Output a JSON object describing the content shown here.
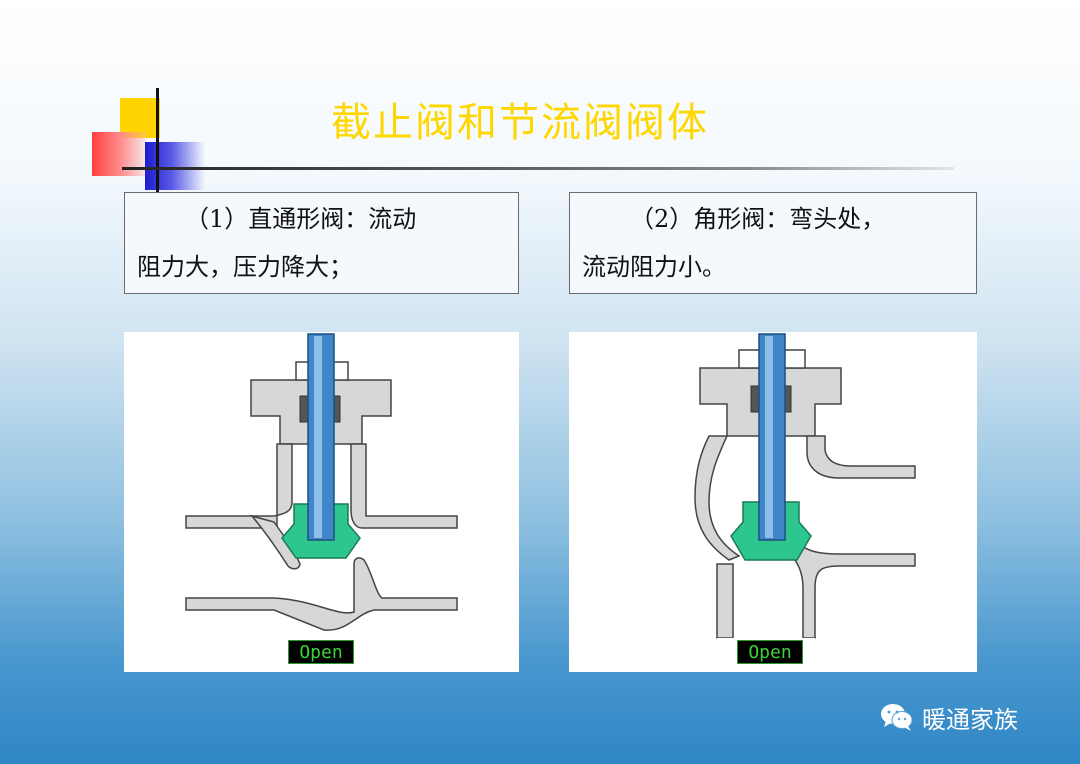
{
  "slide": {
    "title": "截止阀和节流阀阀体",
    "box1": {
      "line1": "（1）直通形阀：流动",
      "line2": "阻力大，压力降大；"
    },
    "box2": {
      "line1": "（2）角形阀：弯头处，",
      "line2": "流动阻力小。"
    },
    "figure1": {
      "status": "Open"
    },
    "figure2": {
      "status": "Open"
    }
  },
  "watermark": {
    "text": "暖通家族",
    "icon": "wechat-icon"
  },
  "colors": {
    "title": "#ffd700",
    "stem": "#3f86c8",
    "disc": "#2ec68f",
    "valve_body": "#d7d7d7",
    "badge_text": "#39d339"
  }
}
